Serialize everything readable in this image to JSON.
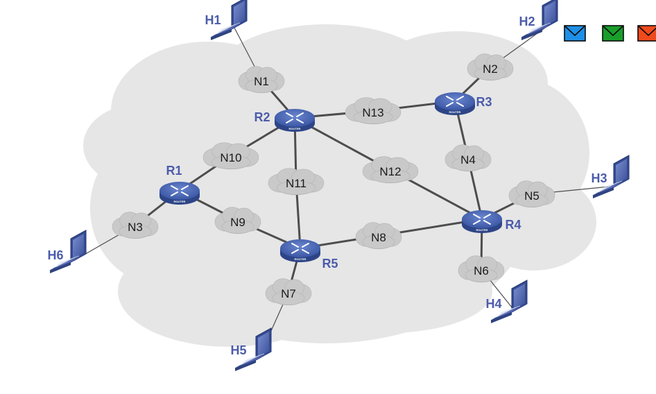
{
  "diagram": {
    "networks": [
      {
        "id": "N1",
        "label": "N1"
      },
      {
        "id": "N2",
        "label": "N2"
      },
      {
        "id": "N3",
        "label": "N3"
      },
      {
        "id": "N4",
        "label": "N4"
      },
      {
        "id": "N5",
        "label": "N5"
      },
      {
        "id": "N6",
        "label": "N6"
      },
      {
        "id": "N7",
        "label": "N7"
      },
      {
        "id": "N8",
        "label": "N8"
      },
      {
        "id": "N9",
        "label": "N9"
      },
      {
        "id": "N10",
        "label": "N10"
      },
      {
        "id": "N11",
        "label": "N11"
      },
      {
        "id": "N12",
        "label": "N12"
      },
      {
        "id": "N13",
        "label": "N13"
      }
    ],
    "routers": [
      {
        "id": "R1",
        "label": "R1",
        "tag": "ROUTER"
      },
      {
        "id": "R2",
        "label": "R2",
        "tag": "ROUTER"
      },
      {
        "id": "R3",
        "label": "R3",
        "tag": "ROUTER"
      },
      {
        "id": "R4",
        "label": "R4",
        "tag": "ROUTER"
      },
      {
        "id": "R5",
        "label": "R5",
        "tag": "ROUTER"
      }
    ],
    "hosts": [
      {
        "id": "H1",
        "label": "H1"
      },
      {
        "id": "H2",
        "label": "H2"
      },
      {
        "id": "H3",
        "label": "H3"
      },
      {
        "id": "H4",
        "label": "H4"
      },
      {
        "id": "H5",
        "label": "H5"
      },
      {
        "id": "H6",
        "label": "H6"
      }
    ],
    "links": [
      [
        "H1",
        "N1"
      ],
      [
        "N1",
        "R2"
      ],
      [
        "R2",
        "N13"
      ],
      [
        "N13",
        "R3"
      ],
      [
        "R3",
        "N2"
      ],
      [
        "N2",
        "H2"
      ],
      [
        "R3",
        "N4"
      ],
      [
        "N4",
        "R4"
      ],
      [
        "R2",
        "N12"
      ],
      [
        "N12",
        "R4"
      ],
      [
        "R2",
        "N10"
      ],
      [
        "N10",
        "R1"
      ],
      [
        "R2",
        "N11"
      ],
      [
        "N11",
        "R5"
      ],
      [
        "R1",
        "N9"
      ],
      [
        "N9",
        "R5"
      ],
      [
        "R1",
        "N3"
      ],
      [
        "N3",
        "H6"
      ],
      [
        "R5",
        "N8"
      ],
      [
        "N8",
        "R4"
      ],
      [
        "R5",
        "N7"
      ],
      [
        "N7",
        "H5"
      ],
      [
        "R4",
        "N5"
      ],
      [
        "N5",
        "H3"
      ],
      [
        "R4",
        "N6"
      ],
      [
        "N6",
        "H4"
      ]
    ],
    "mail_icons": [
      {
        "id": "mail-blue",
        "color": "#1e8fe6"
      },
      {
        "id": "mail-green",
        "color": "#1a9e2a"
      },
      {
        "id": "mail-red",
        "color": "#f04a1c"
      }
    ],
    "colors": {
      "cloud_background": "#e6e6e6",
      "network_cloud": "#c9c9c9",
      "link": "#4d4d4d",
      "router": "#3b57a4",
      "label_accent": "#4b5bab",
      "laptop": "#4b5fa8"
    }
  }
}
